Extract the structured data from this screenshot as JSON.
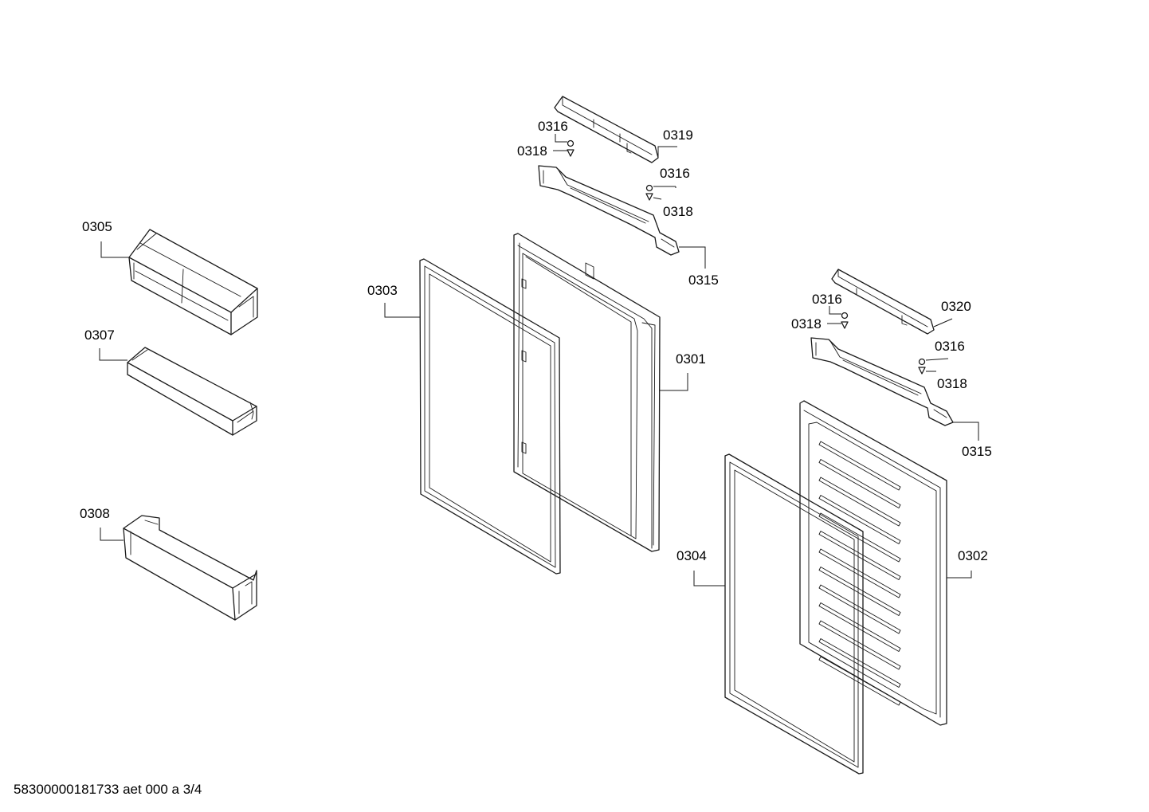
{
  "callouts": {
    "c0305": "0305",
    "c0307": "0307",
    "c0308": "0308",
    "c0303": "0303",
    "c0301": "0301",
    "c0304": "0304",
    "c0302": "0302",
    "c0319": "0319",
    "c0316a": "0316",
    "c0318a": "0318",
    "c0316b": "0316",
    "c0318b": "0318",
    "c0315a": "0315",
    "c0320": "0320",
    "c0316c": "0316",
    "c0318c": "0318",
    "c0316d": "0316",
    "c0318d": "0318",
    "c0315b": "0315"
  },
  "footer": {
    "doc_ref": "58300000181733 aet 000 a 3/4"
  }
}
